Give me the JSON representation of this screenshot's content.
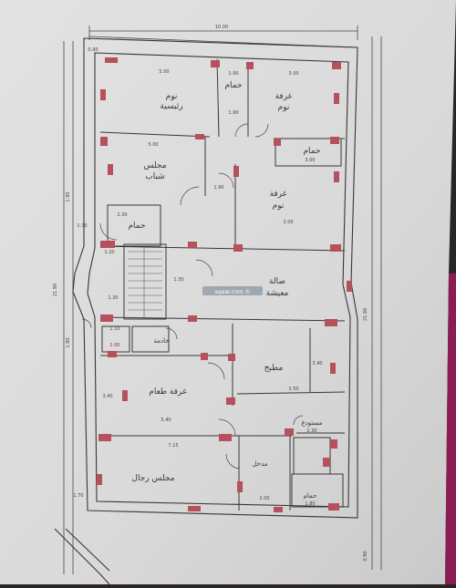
{
  "plan": {
    "rooms": {
      "master_bedroom": {
        "line1": "نوم",
        "line2": "رئيسية"
      },
      "bathroom_top": {
        "text": "حمام"
      },
      "bedroom_top": {
        "line1": "غرفة",
        "line2": "نوم"
      },
      "youth_majlis": {
        "line1": "مجلس",
        "line2": "شباب"
      },
      "bathroom_right": {
        "text": "حمام"
      },
      "bedroom_mid": {
        "line1": "غرفة",
        "line2": "نوم"
      },
      "bathroom_left": {
        "text": "حمام"
      },
      "living_hall": {
        "line1": "صالة",
        "line2": "معيشة"
      },
      "maid_room": {
        "text": "خادمة"
      },
      "kitchen": {
        "text": "مطبخ"
      },
      "dining_room": {
        "text": "غرفة طعام"
      },
      "storage": {
        "text": "مستودع"
      },
      "mens_majlis": {
        "text": "مجلس رجال"
      },
      "entrance": {
        "text": "مدخل"
      },
      "bathroom_bottom": {
        "text": "حمام"
      }
    },
    "dims": {
      "top_total": "10.00",
      "top_left": "0.90",
      "master_width": "5.00",
      "bath_top_w": "1.90",
      "bath_top_h": "1.90",
      "bed_top_w": "3.00",
      "youth_width": "5.00",
      "youth_h": "1.90",
      "bath_right_w": "3.00",
      "bed_mid_w": "3.00",
      "bath_left": "2.30",
      "left_a": "1.30",
      "left_b": "1.20",
      "stair_a": "1.30",
      "stair_b": "1.30",
      "maid_a": "1.10",
      "maid_b": "1.00",
      "kitchen_w": "3.50",
      "kitchen_h": "3.40",
      "dining_w": "5.40",
      "dining_h": "3.40",
      "storage_w": "2.30",
      "majlis_w": "7.15",
      "entrance_w": "2.00",
      "bath_bottom_w": "1.80",
      "left_total": "21.90",
      "right_total": "21.90",
      "left_bottom": "1.70",
      "side_a": "1.80",
      "side_b": "1.90",
      "bottom_right": "0.90"
    },
    "watermark": "aqaar.com ©"
  },
  "colors": {
    "paper": "#dcdcdc",
    "paper_edge": "#cfcfcf",
    "ink": "#3a3535",
    "wall_red": "#b5505c",
    "hatch": "#9a8f8f",
    "background": "#2a2624",
    "magenta_edge": "#8a1e52"
  }
}
